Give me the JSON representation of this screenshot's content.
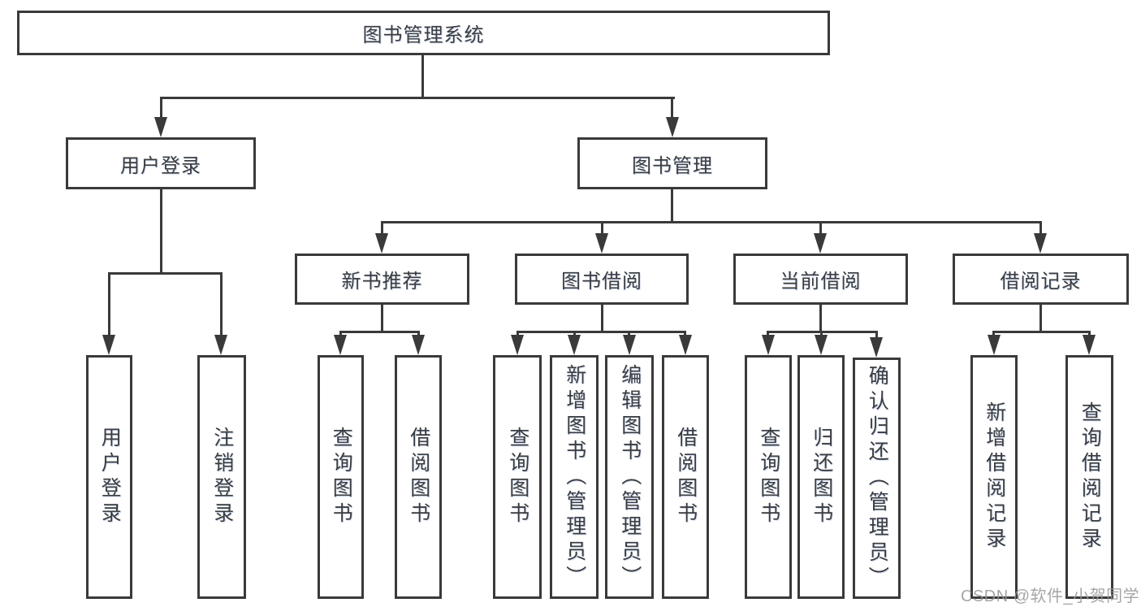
{
  "tree": {
    "root": {
      "label": "图书管理系统"
    },
    "branches": [
      {
        "label": "用户登录",
        "children": [
          {
            "label": "用户登录"
          },
          {
            "label": "注销登录"
          }
        ]
      },
      {
        "label": "图书管理",
        "children": [
          {
            "label": "新书推荐",
            "children": [
              {
                "label": "查询图书"
              },
              {
                "label": "借阅图书"
              }
            ]
          },
          {
            "label": "图书借阅",
            "children": [
              {
                "label": "查询图书"
              },
              {
                "label": "新增图书（管理员）"
              },
              {
                "label": "编辑图书（管理员）"
              },
              {
                "label": "借阅图书"
              }
            ]
          },
          {
            "label": "当前借阅",
            "children": [
              {
                "label": "查询图书"
              },
              {
                "label": "归还图书"
              },
              {
                "label": "确认归还（管理员）"
              }
            ]
          },
          {
            "label": "借阅记录",
            "children": [
              {
                "label": "新增借阅记录"
              },
              {
                "label": "查询借阅记录"
              }
            ]
          }
        ]
      }
    ]
  },
  "watermark": "CSDN @软件_小贺同学",
  "colors": {
    "line": "#3a3a3a",
    "text": "#3c3c3c",
    "background": "#ffffff",
    "watermark": "#999999"
  }
}
